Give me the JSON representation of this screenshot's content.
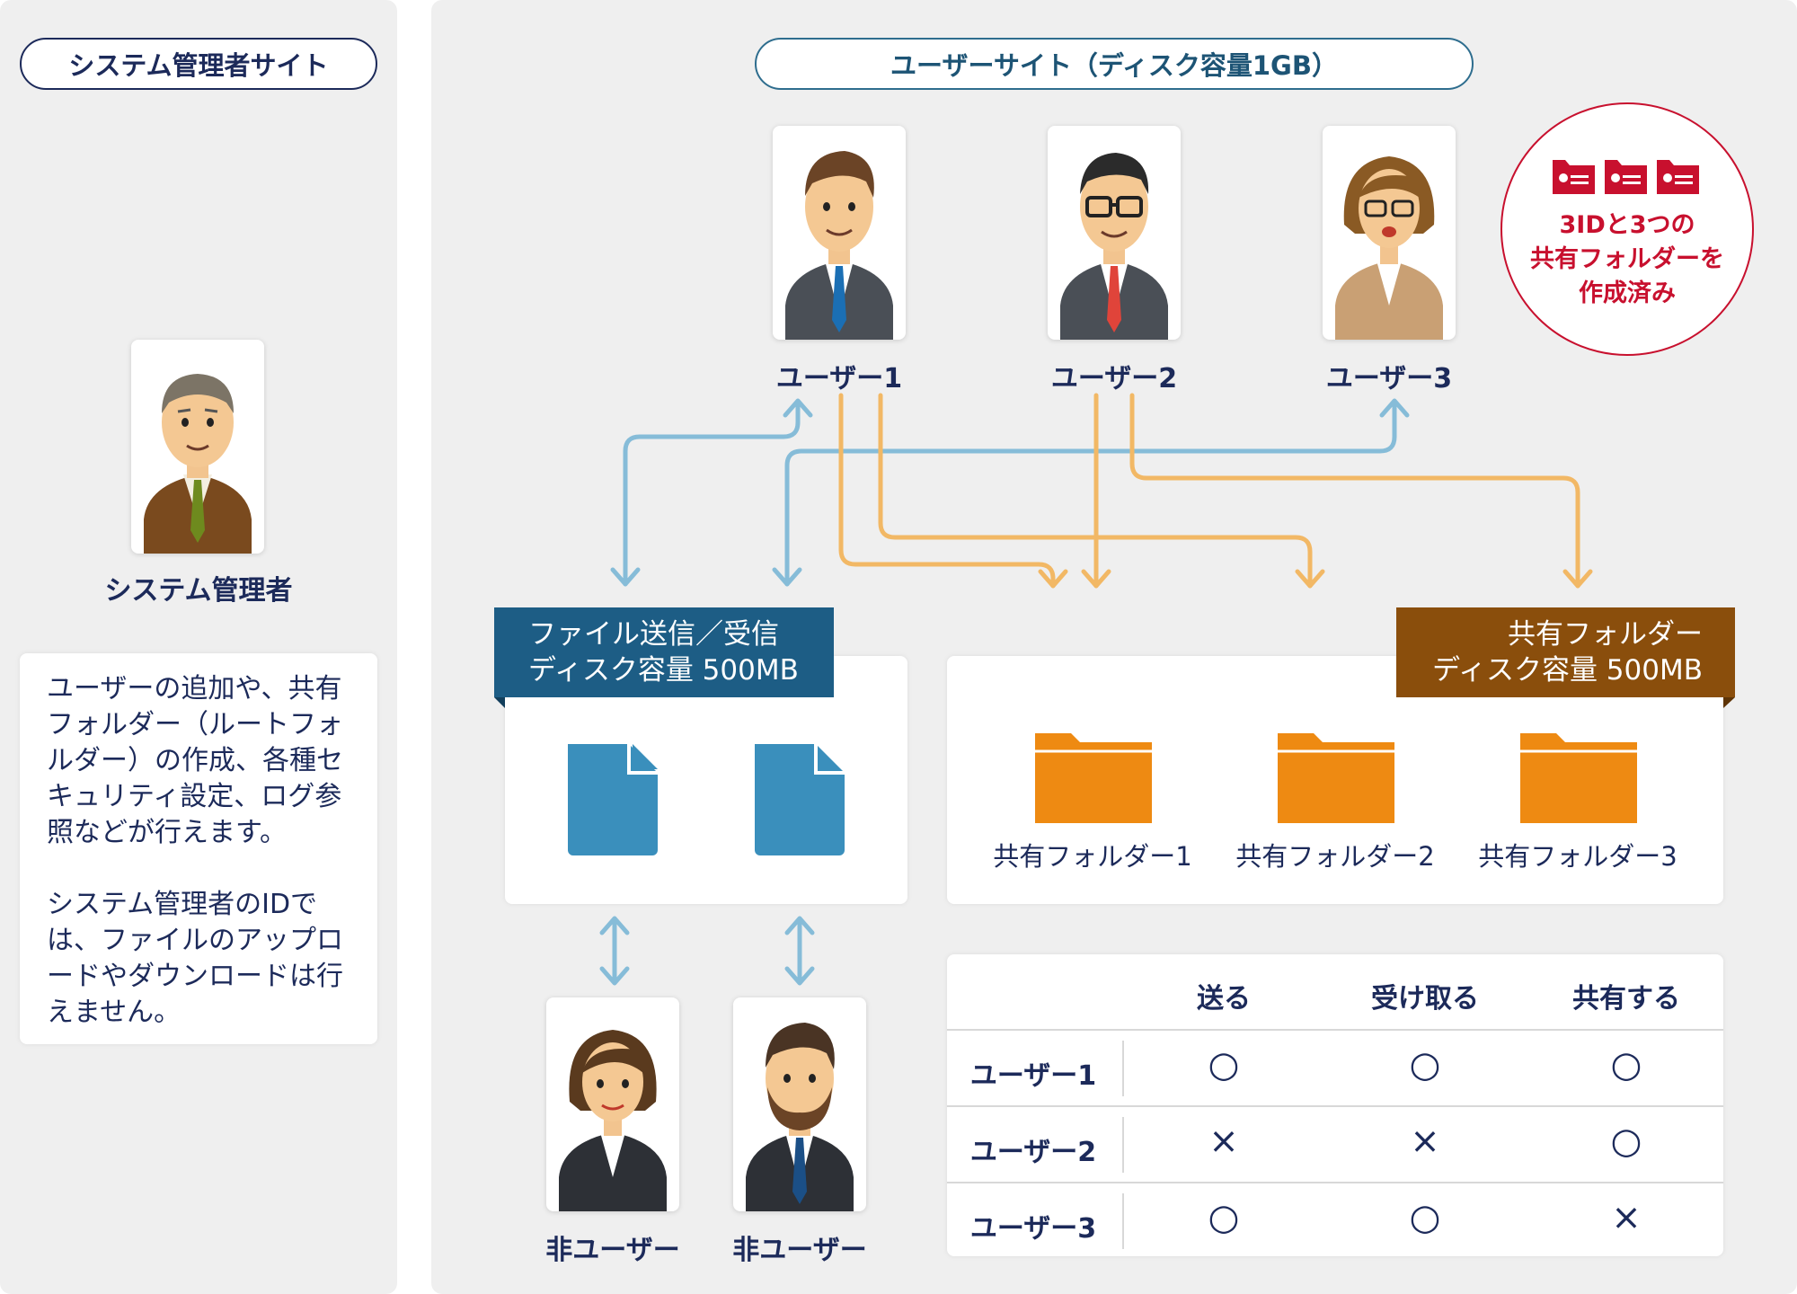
{
  "admin_site": {
    "title": "システム管理者サイト",
    "admin_label": "システム管理者",
    "description_1": [
      "ユーザーの追加や、共有",
      "フォルダー（ルートフォ",
      "ルダー）の作成、各種セ",
      "キュリティ設定、ログ参",
      "照などが行えます。"
    ],
    "description_2": [
      "システム管理者のIDで",
      "は、ファイルのアップロ",
      "ードやダウンロードは行",
      "えません。"
    ]
  },
  "user_site": {
    "title": "ユーザーサイト（ディスク容量1GB）",
    "users": [
      "ユーザー1",
      "ユーザー2",
      "ユーザー3"
    ],
    "badge_lines": [
      "3IDと3つの",
      "共有フォルダーを",
      "作成済み"
    ],
    "transfer_header": [
      "ファイル送信／受信",
      "ディスク容量 500MB"
    ],
    "shared_header": [
      "共有フォルダー",
      "ディスク容量 500MB"
    ],
    "folders": [
      "共有フォルダー1",
      "共有フォルダー2",
      "共有フォルダー3"
    ],
    "non_users": [
      "非ユーザー",
      "非ユーザー"
    ]
  },
  "permissions_table": {
    "columns": [
      "送る",
      "受け取る",
      "共有する"
    ],
    "rows": [
      {
        "user": "ユーザー1",
        "values": [
          "○",
          "○",
          "○"
        ]
      },
      {
        "user": "ユーザー2",
        "values": [
          "×",
          "×",
          "○"
        ]
      },
      {
        "user": "ユーザー3",
        "values": [
          "○",
          "○",
          "×"
        ]
      }
    ]
  },
  "colors": {
    "navy_text": "#1c2a5a",
    "transfer_blue": "#1d5d85",
    "shared_brown": "#8a4e0c",
    "arrow_blue": "#86bcd8",
    "arrow_orange": "#f2b865",
    "folder_orange": "#ee8a12",
    "file_blue": "#3a8fbc",
    "badge_red": "#c8102e"
  }
}
